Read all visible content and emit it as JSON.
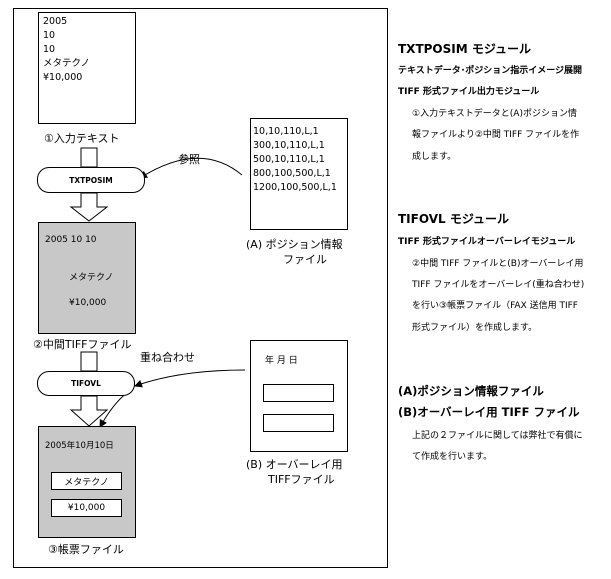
{
  "input_text": {
    "lines": [
      "2005",
      "10",
      "10",
      "メタテクノ",
      "¥10,000"
    ],
    "caption": "①入力テキスト"
  },
  "txtposim_label": "TXTPOSIM",
  "sansho_label": "参照",
  "position_info": {
    "lines": [
      "10,10,110,L,1",
      "300,10,110,L,1",
      "500,10,110,L,1",
      "800,100,500,L,1",
      "1200,100,500,L,1"
    ],
    "caption_1": "(A) ポジション情報",
    "caption_2": "ファイル"
  },
  "mid_tiff": {
    "date": "2005  10  10",
    "name": "メタテクノ",
    "amount": "¥10,000",
    "caption": "②中間TIFFファイル"
  },
  "kasane_label": "重ね合わせ",
  "tifovl_label": "TIFOVL",
  "overlay": {
    "header": "年  月  日",
    "caption_1": "(B) オーバーレイ用",
    "caption_2": "TIFFファイル"
  },
  "form_file": {
    "date": "2005年10月10日",
    "name": "メタテクノ",
    "amount": "¥10,000",
    "caption": "③帳票ファイル"
  },
  "right": {
    "txtposim_title": "TXTPOSIM モジュール",
    "txtposim_sub1": "テキストデータ･ポジション指示イメージ展開",
    "txtposim_sub2": "TIFF 形式ファイル出力モジュール",
    "txtposim_desc": [
      "①入力テキストデータと(A)ポジション情",
      "報ファイルより②中間 TIFF ファイルを作",
      "成します。"
    ],
    "tifovl_title": "TIFOVL モジュール",
    "tifovl_sub": "TIFF 形式ファイルオーバーレイモジュール",
    "tifovl_desc": [
      "②中間 TIFF ファイルと(B)オーバーレイ用",
      "TIFF ファイルをオーバーレイ(重ね合わせ)",
      "を行い③帳票ファイル（FAX 送信用 TIFF",
      "形式ファイル）を作成します。"
    ],
    "a_title": "(A)ポジション情報ファイル",
    "b_title": "(B)オーバーレイ用 TIFF ファイル",
    "ab_desc": [
      "上記の２ファイルに関しては弊社で有償に",
      "て作成を行います。"
    ]
  }
}
